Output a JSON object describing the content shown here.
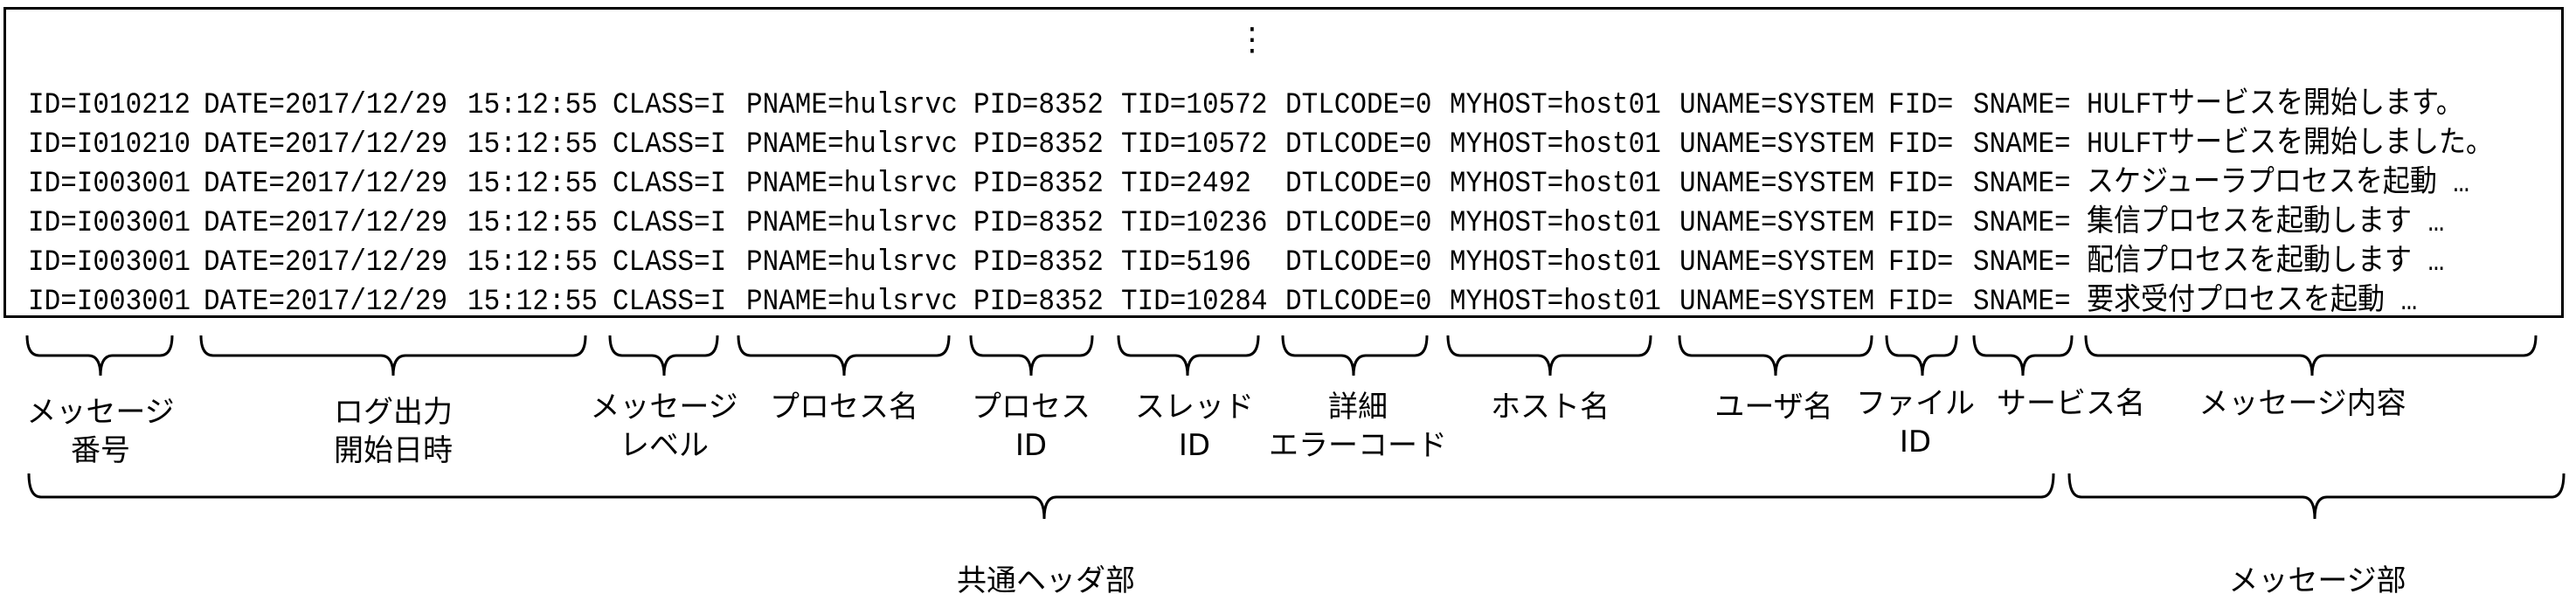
{
  "log": {
    "ellipsis": "⋮",
    "rows": [
      {
        "id": "ID=I010212",
        "date": "DATE=2017/12/29",
        "time": "15:12:55",
        "class": "CLASS=I",
        "pname": "PNAME=hulsrvc",
        "pid": "PID=8352",
        "tid": "TID=10572",
        "dtlcode": "DTLCODE=0",
        "myhost": "MYHOST=host01",
        "uname": "UNAME=SYSTEM",
        "fid": "FID=",
        "sname": "SNAME=",
        "message": "HULFTサービスを開始します。"
      },
      {
        "id": "ID=I010210",
        "date": "DATE=2017/12/29",
        "time": "15:12:55",
        "class": "CLASS=I",
        "pname": "PNAME=hulsrvc",
        "pid": "PID=8352",
        "tid": "TID=10572",
        "dtlcode": "DTLCODE=0",
        "myhost": "MYHOST=host01",
        "uname": "UNAME=SYSTEM",
        "fid": "FID=",
        "sname": "SNAME=",
        "message": "HULFTサービスを開始しました。"
      },
      {
        "id": "ID=I003001",
        "date": "DATE=2017/12/29",
        "time": "15:12:55",
        "class": "CLASS=I",
        "pname": "PNAME=hulsrvc",
        "pid": "PID=8352",
        "tid": "TID=2492",
        "dtlcode": "DTLCODE=0",
        "myhost": "MYHOST=host01",
        "uname": "UNAME=SYSTEM",
        "fid": "FID=",
        "sname": "SNAME=",
        "message": "スケジューラプロセスを起動 …"
      },
      {
        "id": "ID=I003001",
        "date": "DATE=2017/12/29",
        "time": "15:12:55",
        "class": "CLASS=I",
        "pname": "PNAME=hulsrvc",
        "pid": "PID=8352",
        "tid": "TID=10236",
        "dtlcode": "DTLCODE=0",
        "myhost": "MYHOST=host01",
        "uname": "UNAME=SYSTEM",
        "fid": "FID=",
        "sname": "SNAME=",
        "message": "集信プロセスを起動します …"
      },
      {
        "id": "ID=I003001",
        "date": "DATE=2017/12/29",
        "time": "15:12:55",
        "class": "CLASS=I",
        "pname": "PNAME=hulsrvc",
        "pid": "PID=8352",
        "tid": "TID=5196",
        "dtlcode": "DTLCODE=0",
        "myhost": "MYHOST=host01",
        "uname": "UNAME=SYSTEM",
        "fid": "FID=",
        "sname": "SNAME=",
        "message": "配信プロセスを起動します …"
      },
      {
        "id": "ID=I003001",
        "date": "DATE=2017/12/29",
        "time": "15:12:55",
        "class": "CLASS=I",
        "pname": "PNAME=hulsrvc",
        "pid": "PID=8352",
        "tid": "TID=10284",
        "dtlcode": "DTLCODE=0",
        "myhost": "MYHOST=host01",
        "uname": "UNAME=SYSTEM",
        "fid": "FID=",
        "sname": "SNAME=",
        "message": "要求受付プロセスを起動 …"
      }
    ]
  },
  "field_labels": {
    "message_number": [
      "メッセージ",
      "番号"
    ],
    "log_datetime": [
      "ログ出力",
      "開始日時"
    ],
    "message_level": [
      "メッセージ",
      "レベル"
    ],
    "process_name": [
      "プロセス名"
    ],
    "process_id": [
      "プロセス",
      "ID"
    ],
    "thread_id": [
      "スレッド",
      "ID"
    ],
    "detail_error_code": [
      "詳細",
      "エラーコード"
    ],
    "host_name": [
      "ホスト名"
    ],
    "user_name": [
      "ユーザ名"
    ],
    "file_id": [
      "ファイル",
      "ID"
    ],
    "service_name": [
      "サービス名"
    ],
    "message_content": [
      "メッセージ内容"
    ]
  },
  "section_labels": {
    "common_header": "共通ヘッダ部",
    "message_part": "メッセージ部"
  }
}
